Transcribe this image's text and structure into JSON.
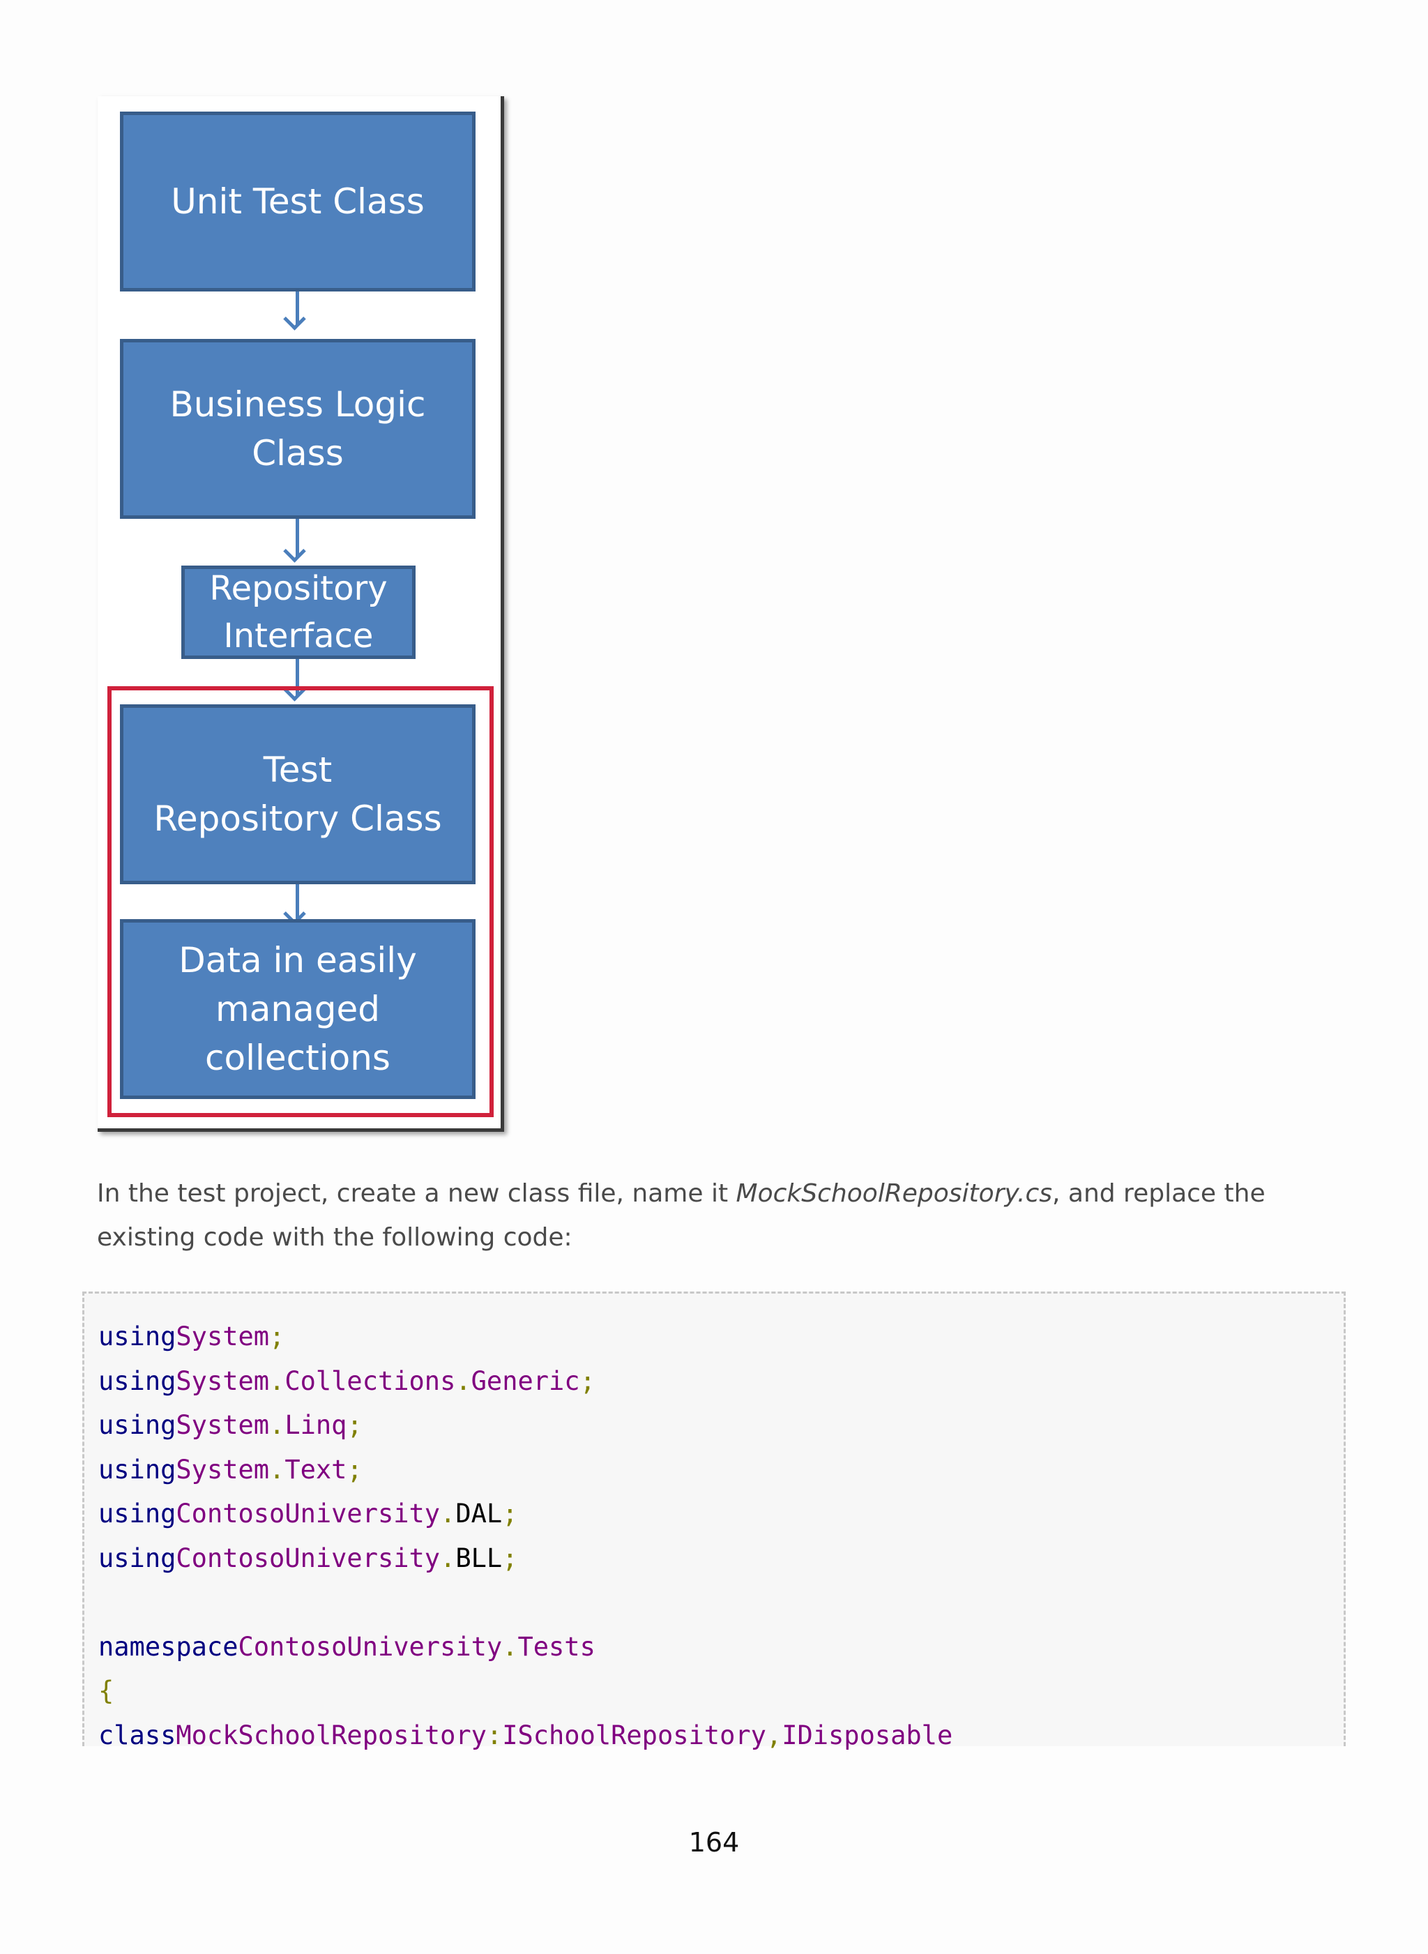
{
  "diagram": {
    "boxes": [
      {
        "id": "unit-test-class",
        "label": "Unit Test Class"
      },
      {
        "id": "business-logic-class",
        "label": "Business Logic\nClass"
      },
      {
        "id": "repository-interface",
        "label": "Repository\nInterface"
      },
      {
        "id": "test-repository-class",
        "label": "Test\nRepository Class"
      },
      {
        "id": "data-collections",
        "label": "Data in easily\nmanaged\ncollections"
      }
    ],
    "highlight_color": "#d0213b",
    "box_color": "#4f81bd"
  },
  "paragraph": {
    "before": "In the test project, create a new class file, name it ",
    "filename": "MockSchoolRepository.cs",
    "after": ", and replace the existing code with the following code:"
  },
  "code": {
    "lines": [
      [
        {
          "t": "using",
          "c": "kw"
        },
        {
          "t": "System",
          "c": "id"
        },
        {
          "t": ";",
          "c": "pn"
        }
      ],
      [
        {
          "t": "using",
          "c": "kw"
        },
        {
          "t": "System",
          "c": "id"
        },
        {
          "t": ".",
          "c": "pn"
        },
        {
          "t": "Collections",
          "c": "id"
        },
        {
          "t": ".",
          "c": "pn"
        },
        {
          "t": "Generic",
          "c": "id"
        },
        {
          "t": ";",
          "c": "pn"
        }
      ],
      [
        {
          "t": "using",
          "c": "kw"
        },
        {
          "t": "System",
          "c": "id"
        },
        {
          "t": ".",
          "c": "pn"
        },
        {
          "t": "Linq",
          "c": "id"
        },
        {
          "t": ";",
          "c": "pn"
        }
      ],
      [
        {
          "t": "using",
          "c": "kw"
        },
        {
          "t": "System",
          "c": "id"
        },
        {
          "t": ".",
          "c": "pn"
        },
        {
          "t": "Text",
          "c": "id"
        },
        {
          "t": ";",
          "c": "pn"
        }
      ],
      [
        {
          "t": "using",
          "c": "kw"
        },
        {
          "t": "ContosoUniversity",
          "c": "id"
        },
        {
          "t": ".",
          "c": "pn"
        },
        {
          "t": "DAL",
          "c": ""
        },
        {
          "t": ";",
          "c": "pn"
        }
      ],
      [
        {
          "t": "using",
          "c": "kw"
        },
        {
          "t": "ContosoUniversity",
          "c": "id"
        },
        {
          "t": ".",
          "c": "pn"
        },
        {
          "t": "BLL",
          "c": ""
        },
        {
          "t": ";",
          "c": "pn"
        }
      ],
      [],
      [
        {
          "t": "namespace",
          "c": "kw"
        },
        {
          "t": "ContosoUniversity",
          "c": "id"
        },
        {
          "t": ".",
          "c": "pn"
        },
        {
          "t": "Tests",
          "c": "id"
        }
      ],
      [
        {
          "t": "{",
          "c": "pn"
        }
      ],
      [
        {
          "t": "class",
          "c": "kw"
        },
        {
          "t": "MockSchoolRepository",
          "c": "id"
        },
        {
          "t": ":",
          "c": "pn"
        },
        {
          "t": "ISchoolRepository",
          "c": "id"
        },
        {
          "t": ",",
          "c": "pn"
        },
        {
          "t": "IDisposable",
          "c": "id"
        }
      ]
    ]
  },
  "page_number": "164"
}
